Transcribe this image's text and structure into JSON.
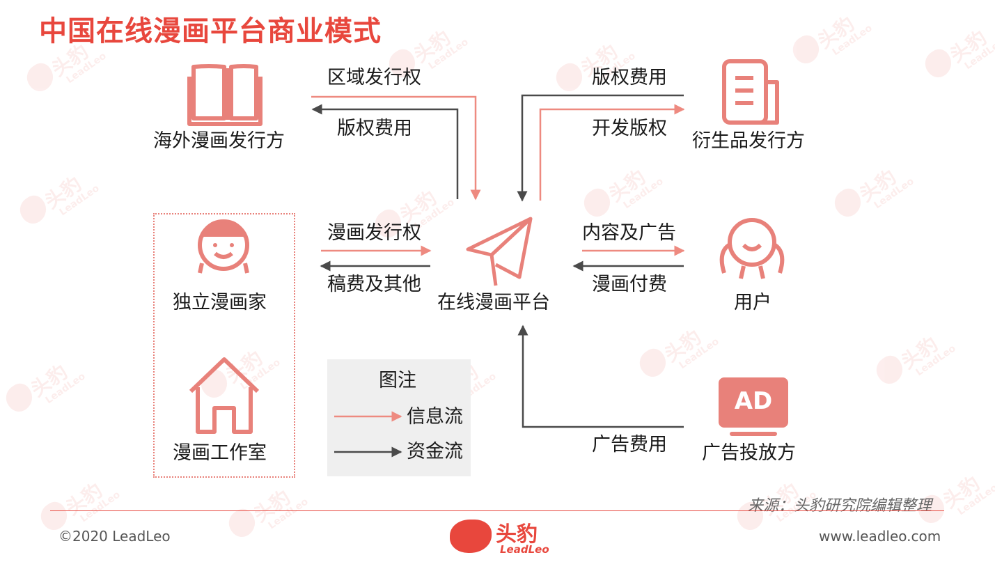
{
  "title": "中国在线漫画平台商业模式",
  "nodes": {
    "overseas": "海外漫画发行方",
    "derivative": "衍生品发行方",
    "artist": "独立漫画家",
    "studio": "漫画工作室",
    "platform": "在线漫画平台",
    "user": "用户",
    "advertiser": "广告投放方"
  },
  "edges": {
    "regional_rights": "区域发行权",
    "copyright_fee_left": "版权费用",
    "copyright_fee_right": "版权费用",
    "dev_rights": "开发版权",
    "comic_rights": "漫画发行权",
    "fee_other": "稿费及其他",
    "content_ads": "内容及广告",
    "comic_pay": "漫画付费",
    "ad_fee": "广告费用"
  },
  "legend": {
    "title": "图注",
    "info_flow": "信息流",
    "money_flow": "资金流"
  },
  "ad_icon_text": "AD",
  "source": "来源：头豹研究院编辑整理",
  "copyright": "©2020 LeadLeo",
  "website": "www.leadleo.com",
  "logo": {
    "cn": "头豹",
    "en": "LeadLeo"
  },
  "watermark": {
    "cn": "头豹",
    "en": "LeadLeo"
  },
  "colors": {
    "accent": "#e8473d",
    "info": "#ee8a80",
    "money": "#4a4a4a",
    "icon": "#e8817a"
  }
}
